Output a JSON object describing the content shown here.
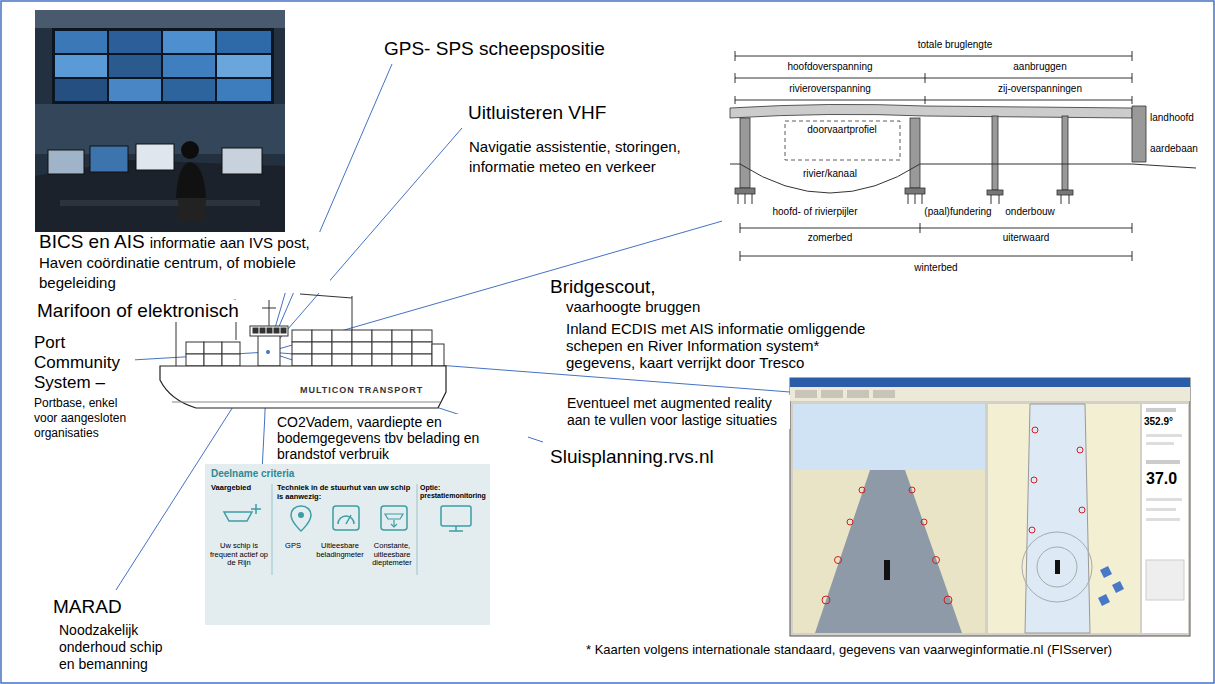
{
  "diagram": {
    "nodes": [
      {
        "text": [
          "totale bruglengte",
          "hoofdoverspanning",
          "aanbruggen",
          "rivieroverspanning",
          "zij-overspanningen",
          "doorvaartprofiel",
          "landhoofd",
          "aardebaan",
          "rivier/kanaal",
          "hoofd- of rivierpijler",
          "(paal)fundering",
          "onderbouw",
          "zomerbed",
          "uiterwaard",
          "winterbed"
        ]
      },
      {
        "text": [
          "MULTICON TRANSPORT"
        ]
      },
      {
        "text": [
          "352.9°",
          "37.0"
        ]
      },
      {
        "text": [
          "Deelname criteria",
          "Vaargebied",
          "Techniek in de stuurhut van uw schip is aanwezig:",
          "Optie: prestatiemonitoring",
          "Uw schip is frequent actief op de Rijn",
          "GPS",
          "Uitleesbare beladingmeter",
          "Constante, uitleesbare dieptemeter"
        ]
      }
    ],
    "edges": [
      {
        "from": 1,
        "to": 0,
        "arrow": "none"
      },
      {
        "from": 1,
        "to": 2,
        "arrow": "none"
      },
      {
        "from": 1,
        "to": 3,
        "arrow": "none"
      }
    ],
    "labels": [
      "GPS- SPS scheepspositie",
      "Uitluisteren VHF",
      "Navigatie assistentie, storingen, informatie meteo en verkeer",
      "BICS en AIS",
      "informatie aan IVS post, Haven coördinatie centrum, of mobiele begeleiding",
      "Marifoon of elektronisch",
      "Bridgescout,",
      "vaarhoogte bruggen",
      "Port Community System –",
      "Portbase, enkel voor aangesloten organisaties",
      "Inland ECDIS met AIS informatie omliggende schepen en River Information system* gegevens, kaart verrijkt door Tresco",
      "Eventueel met augmented reality aan te vullen voor lastige situaties",
      "Sluisplanning.rvs.nl",
      "CO2Vadem, vaardiepte en bodemgegevens tbv belading en brandstof verbruik",
      "MARAD",
      "Noodzakelijk onderhoud schip en bemanning",
      "* Kaarten volgens internationale standaard, gegevens van vaarweginformatie.nl (FISserver)"
    ]
  }
}
